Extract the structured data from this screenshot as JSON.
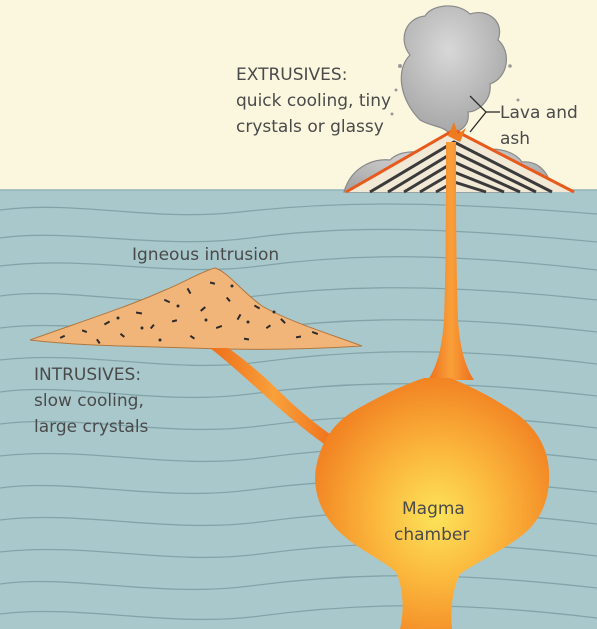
{
  "labels": {
    "extrusives_title": "EXTRUSIVES:",
    "extrusives_line1": "quick cooling, tiny",
    "extrusives_line2": "crystals or glassy",
    "lava_line1": "Lava and",
    "lava_line2": "ash",
    "igneous_intrusion": "Igneous intrusion",
    "intrusives_title": "INTRUSIVES:",
    "intrusives_line1": "slow cooling,",
    "intrusives_line2": "large crystals",
    "magma_line1": "Magma",
    "magma_line2": "chamber"
  },
  "colors": {
    "sky": "#fbf7df",
    "rock": "#a9c8cc",
    "strata_lines": "#7c9ea4",
    "magma_outer": "#f07a1e",
    "magma_core": "#fcd24a",
    "intrusion_fill": "#f1b57a",
    "intrusion_crystals": "#2b2b2b",
    "ash": "#a8a8a8",
    "lava_edge": "#e85a1c",
    "label_text": "#4a4a4a"
  }
}
